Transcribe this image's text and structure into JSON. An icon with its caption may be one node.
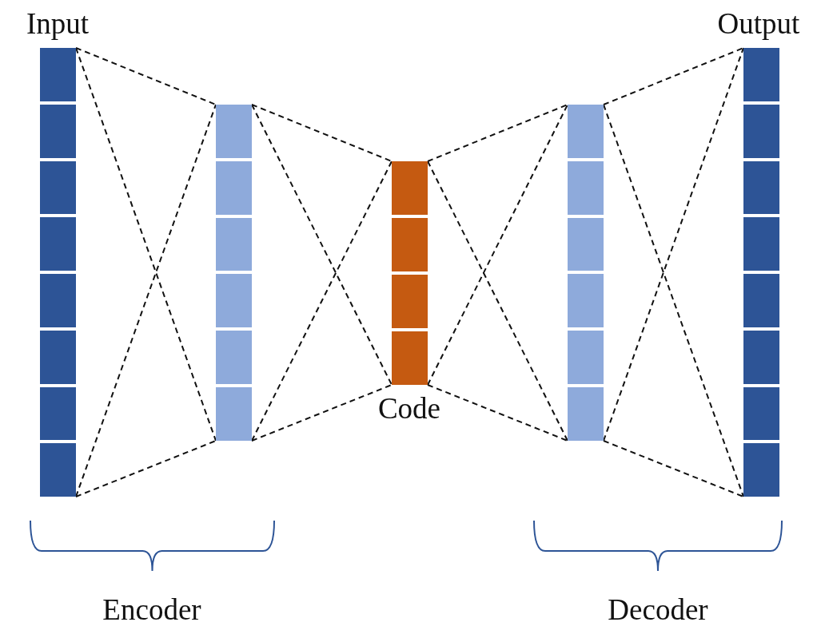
{
  "diagram": {
    "nodes": [
      {
        "text": [
          "Input"
        ]
      },
      {
        "text": [],
        "shape": "bar"
      },
      {
        "text": [
          "Code"
        ]
      },
      {
        "text": [],
        "shape": "bar"
      },
      {
        "text": [
          "Output"
        ]
      }
    ],
    "edges": [
      {
        "from": 0,
        "to": 1,
        "arrow": "none",
        "style": "dashed"
      },
      {
        "from": 0,
        "to": 1,
        "arrow": "none",
        "style": "dashed"
      },
      {
        "from": 0,
        "to": 1,
        "arrow": "none",
        "style": "dashed"
      },
      {
        "from": 0,
        "to": 1,
        "arrow": "none",
        "style": "dashed"
      },
      {
        "from": 1,
        "to": 2,
        "arrow": "none",
        "style": "dashed"
      },
      {
        "from": 1,
        "to": 2,
        "arrow": "none",
        "style": "dashed"
      },
      {
        "from": 1,
        "to": 2,
        "arrow": "none",
        "style": "dashed"
      },
      {
        "from": 1,
        "to": 2,
        "arrow": "none",
        "style": "dashed"
      },
      {
        "from": 2,
        "to": 3,
        "arrow": "none",
        "style": "dashed"
      },
      {
        "from": 2,
        "to": 3,
        "arrow": "none",
        "style": "dashed"
      },
      {
        "from": 2,
        "to": 3,
        "arrow": "none",
        "style": "dashed"
      },
      {
        "from": 2,
        "to": 3,
        "arrow": "none",
        "style": "dashed"
      },
      {
        "from": 3,
        "to": 4,
        "arrow": "none",
        "style": "dashed"
      },
      {
        "from": 3,
        "to": 4,
        "arrow": "none",
        "style": "dashed"
      },
      {
        "from": 3,
        "to": 4,
        "arrow": "none",
        "style": "dashed"
      },
      {
        "from": 3,
        "to": 4,
        "arrow": "none",
        "style": "dashed"
      }
    ],
    "labels": [
      "Encoder",
      "Decoder"
    ]
  }
}
